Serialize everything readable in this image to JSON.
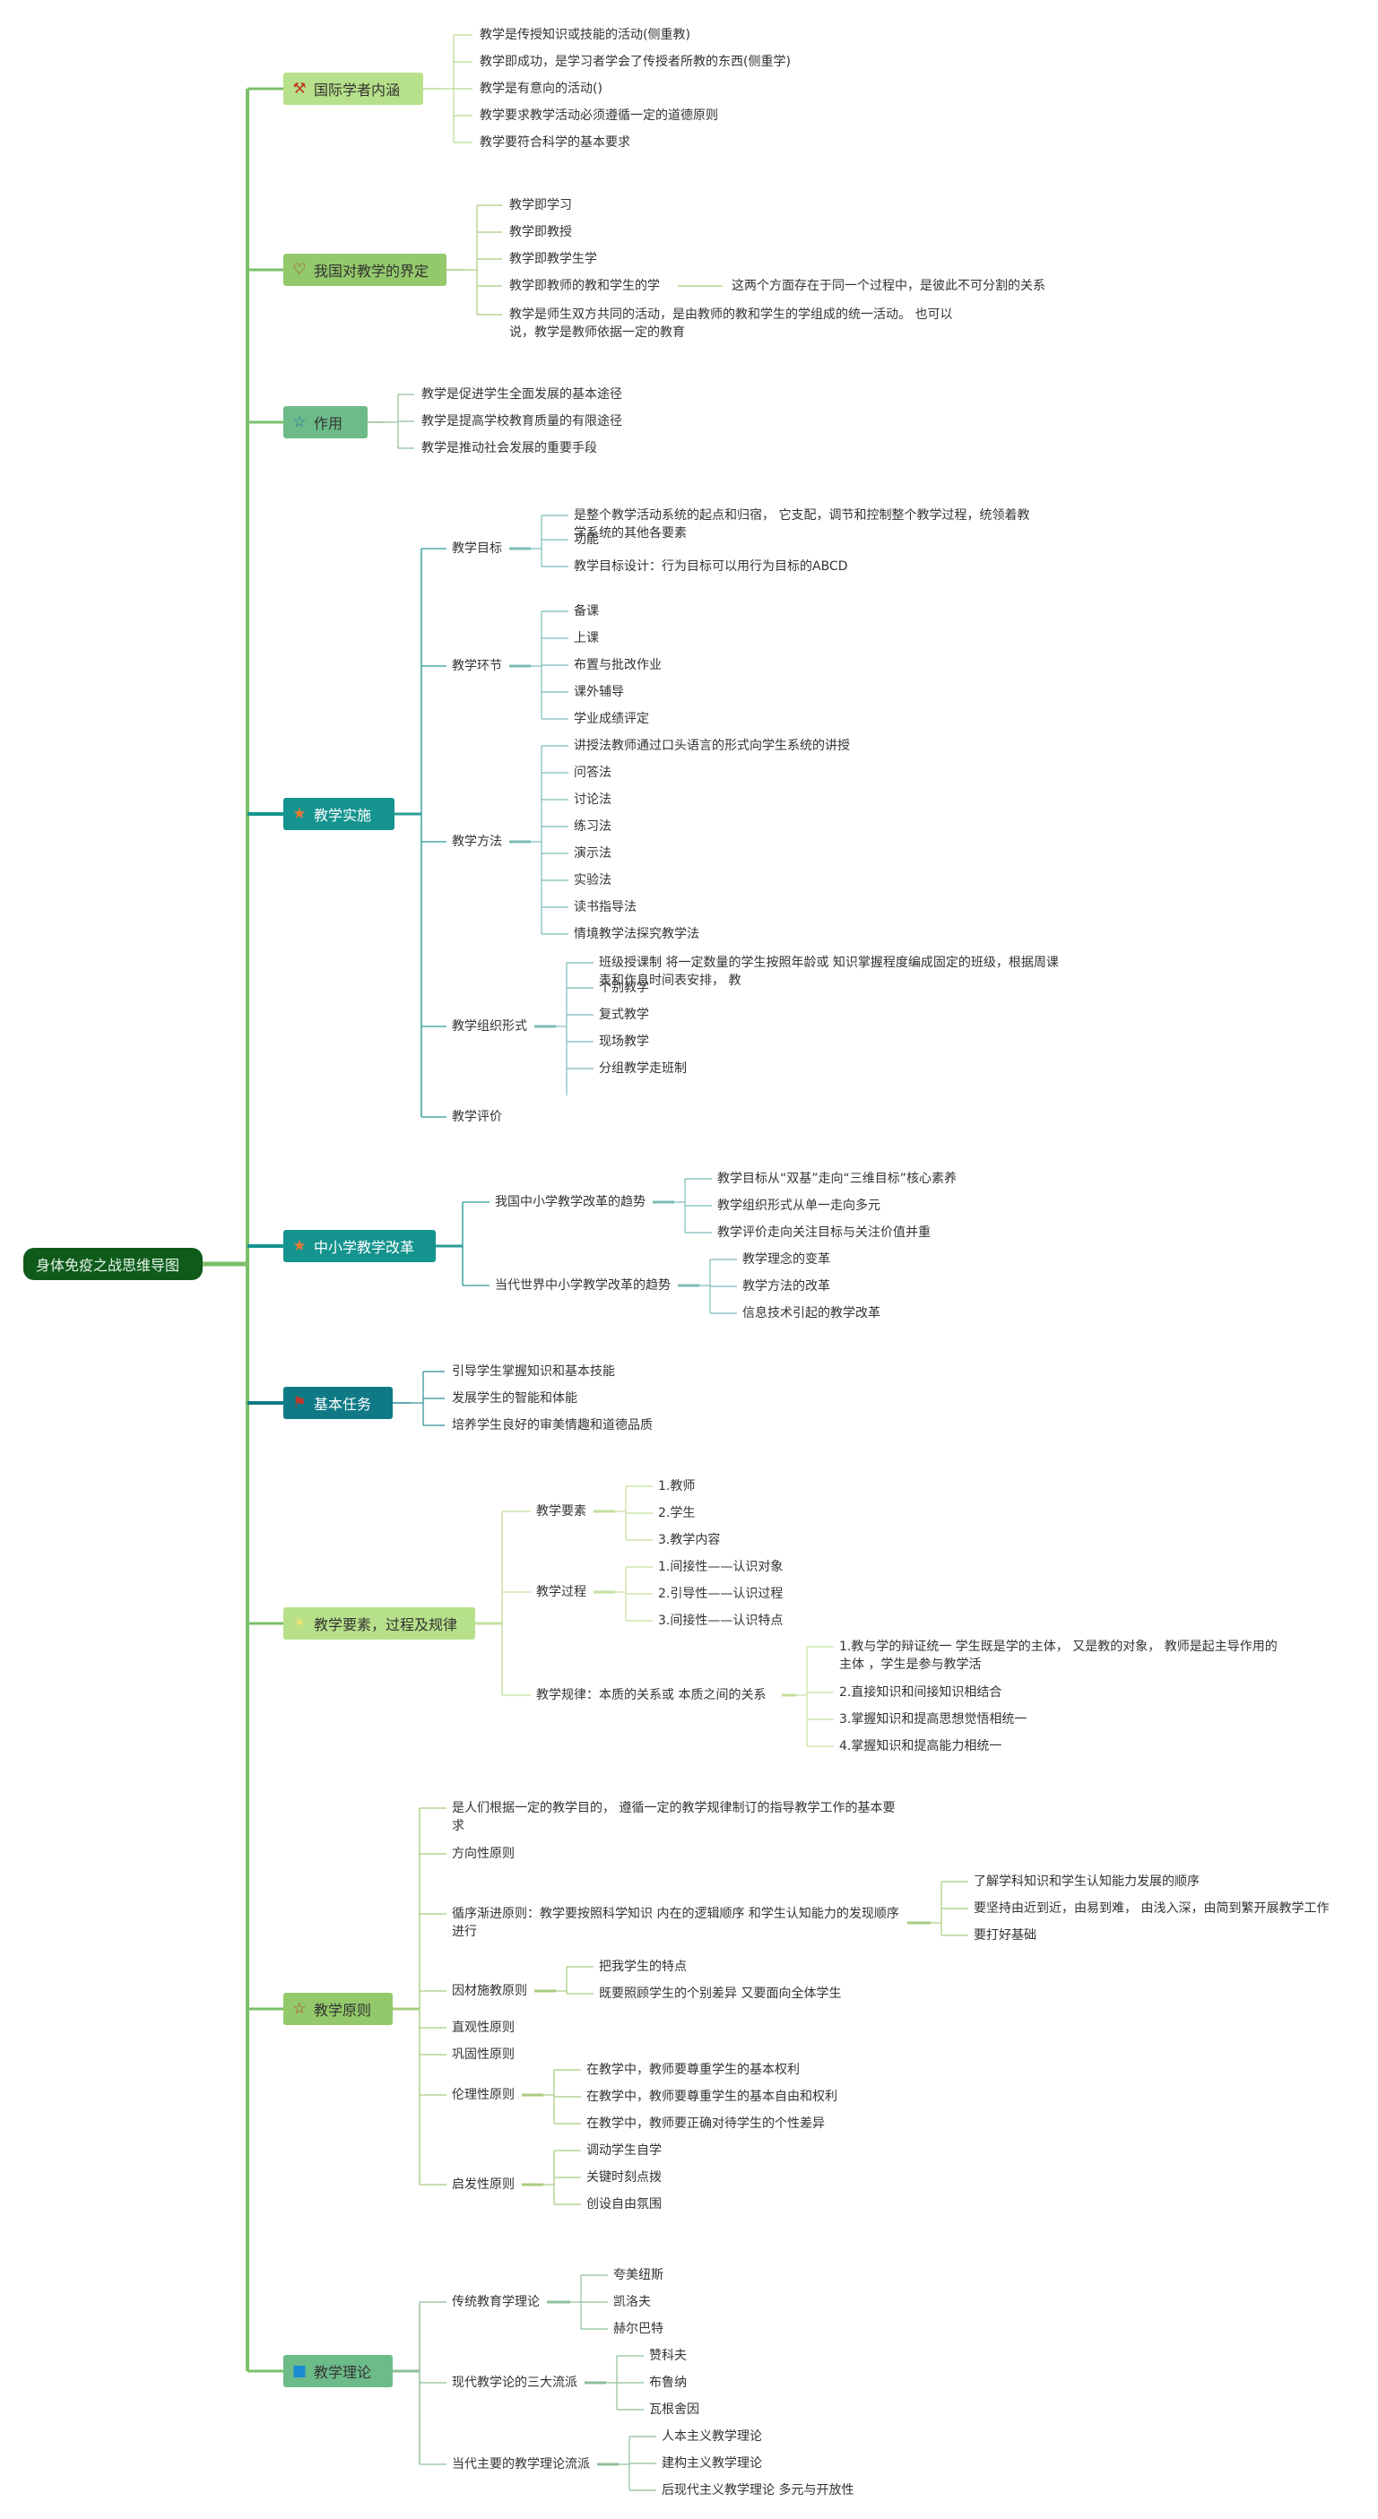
{
  "root": "身体免疫之战思维导图",
  "colors": {
    "root_bg": "#0e5b1c",
    "trunk": "#7bbf6a",
    "green_light": "#b7e08a",
    "green_mid": "#93c96a",
    "green_teal": "#6dbb88",
    "teal": "#15948f",
    "teal_dark": "#0f7a86"
  },
  "branches": [
    {
      "label": "国际学者内涵",
      "icon": "hammer-icon",
      "glyph": "⚒",
      "items": [
        "教学是传授知识或技能的活动(侧重教)",
        "教学即成功，是学习者学会了传授者所教的东西(侧重学)",
        "教学是有意向的活动()",
        "教学要求教学活动必须遵循一定的道德原则",
        "教学要符合科学的基本要求"
      ]
    },
    {
      "label": "我国对教学的界定",
      "icon": "heart-icon",
      "glyph": "♡",
      "items": [
        "教学即学习",
        "教学即教授",
        "教学即教学生学",
        "教学即教师的教和学生的学",
        "教学是师生双方共同的活动，是由教师的教和学生的学组成的统一活动。 也可以说，教学是教师依据一定的教育"
      ],
      "note": "这两个方面存在于同一个过程中，是彼此不可分割的关系"
    },
    {
      "label": "作用",
      "icon": "star-outline-icon",
      "glyph": "☆",
      "items": [
        "教学是促进学生全面发展的基本途径",
        "教学是提高学校教育质量的有限途径",
        "教学是推动社会发展的重要手段"
      ]
    },
    {
      "label": "教学实施",
      "icon": "star-icon",
      "glyph": "★",
      "subs": [
        {
          "label": "教学目标",
          "items": [
            "是整个教学活动系统的起点和归宿， 它支配，调节和控制整个教学过程，统领着教学系统的其他各要素",
            "功能",
            "教学目标设计：行为目标可以用行为目标的ABCD"
          ]
        },
        {
          "label": "教学环节",
          "items": [
            "备课",
            "上课",
            "布置与批改作业",
            "课外辅导",
            "学业成绩评定"
          ]
        },
        {
          "label": "教学方法",
          "items": [
            "讲授法教师通过口头语言的形式向学生系统的讲授",
            "问答法",
            "讨论法",
            "练习法",
            "演示法",
            "实验法",
            "读书指导法",
            "情境教学法探究教学法"
          ]
        },
        {
          "label": "教学组织形式",
          "items": [
            "班级授课制 将一定数量的学生按照年龄或 知识掌握程度编成固定的班级，根据周课表和作息时间表安排， 教",
            "个别教学",
            "复式教学",
            "现场教学",
            "分组教学走班制"
          ]
        },
        {
          "label": "教学评价",
          "items": []
        }
      ]
    },
    {
      "label": "中小学教学改革",
      "icon": "star-icon",
      "glyph": "★",
      "subs": [
        {
          "label": "我国中小学教学改革的趋势",
          "items": [
            "教学目标从“双基”走向“三维目标”核心素养",
            "教学组织形式从单一走向多元",
            "教学评价走向关注目标与关注价值并重"
          ]
        },
        {
          "label": "当代世界中小学教学改革的趋势",
          "items": [
            "教学理念的变革",
            "教学方法的改革",
            "信息技术引起的教学改革"
          ]
        }
      ]
    },
    {
      "label": "基本任务",
      "icon": "flag-icon",
      "glyph": "⚑",
      "items": [
        "引导学生掌握知识和基本技能",
        "发展学生的智能和体能",
        "培养学生良好的审美情趣和道德品质"
      ]
    },
    {
      "label": "教学要素，过程及规律",
      "icon": "sun-icon",
      "glyph": "☀",
      "subs": [
        {
          "label": "教学要素",
          "items": [
            "1.教师",
            "2.学生",
            "3.教学内容"
          ]
        },
        {
          "label": "教学过程",
          "items": [
            "1.间接性——认识对象",
            "2.引导性——认识过程",
            "3.间接性——认识特点"
          ]
        },
        {
          "label": "教学规律：本质的关系或 本质之间的关系",
          "items": [
            "1.教与学的辩证统一 学生既是学的主体， 又是教的对象， 教师是起主导作用的主体 ，学生是参与教学活",
            "2.直接知识和间接知识相结合",
            "3.掌握知识和提高思想觉悟相统一",
            "4.掌握知识和提高能力相统一"
          ]
        }
      ]
    },
    {
      "label": "教学原则",
      "icon": "star-outline-icon",
      "glyph": "☆",
      "subs": [
        {
          "label": "是人们根据一定的教学目的， 遵循一定的教学规律制订的指导教学工作的基本要求",
          "items": []
        },
        {
          "label": "方向性原则",
          "items": []
        },
        {
          "label": "循序渐进原则：教学要按照科学知识 内在的逻辑顺序 和学生认知能力的发现顺序进行",
          "items": [
            "了解学科知识和学生认知能力发展的顺序",
            "要坚持由近到近，由易到难， 由浅入深，由简到繁开展教学工作",
            "要打好基础"
          ]
        },
        {
          "label": "因材施教原则",
          "items": [
            "把我学生的特点",
            "既要照顾学生的个别差异 又要面向全体学生"
          ]
        },
        {
          "label": "直观性原则",
          "items": []
        },
        {
          "label": "巩固性原则",
          "items": []
        },
        {
          "label": "伦理性原则",
          "items": [
            "在教学中，教师要尊重学生的基本权利",
            "在教学中，教师要尊重学生的基本自由和权利",
            "在教学中，教师要正确对待学生的个性差异"
          ]
        },
        {
          "label": "启发性原则",
          "items": [
            "调动学生自学",
            "关键时刻点拨",
            "创设自由氛围"
          ]
        }
      ]
    },
    {
      "label": "教学理论",
      "icon": "square-icon",
      "glyph": "■",
      "subs": [
        {
          "label": "传统教育学理论",
          "items": [
            "夸美纽斯",
            "凯洛夫",
            "赫尔巴特"
          ]
        },
        {
          "label": "现代教学论的三大流派",
          "items": [
            "赞科夫",
            "布鲁纳",
            "瓦根舍因"
          ]
        },
        {
          "label": "当代主要的教学理论流派",
          "items": [
            "人本主义教学理论",
            "建构主义教学理论",
            "后现代主义教学理论 多元与开放性"
          ]
        }
      ]
    }
  ]
}
